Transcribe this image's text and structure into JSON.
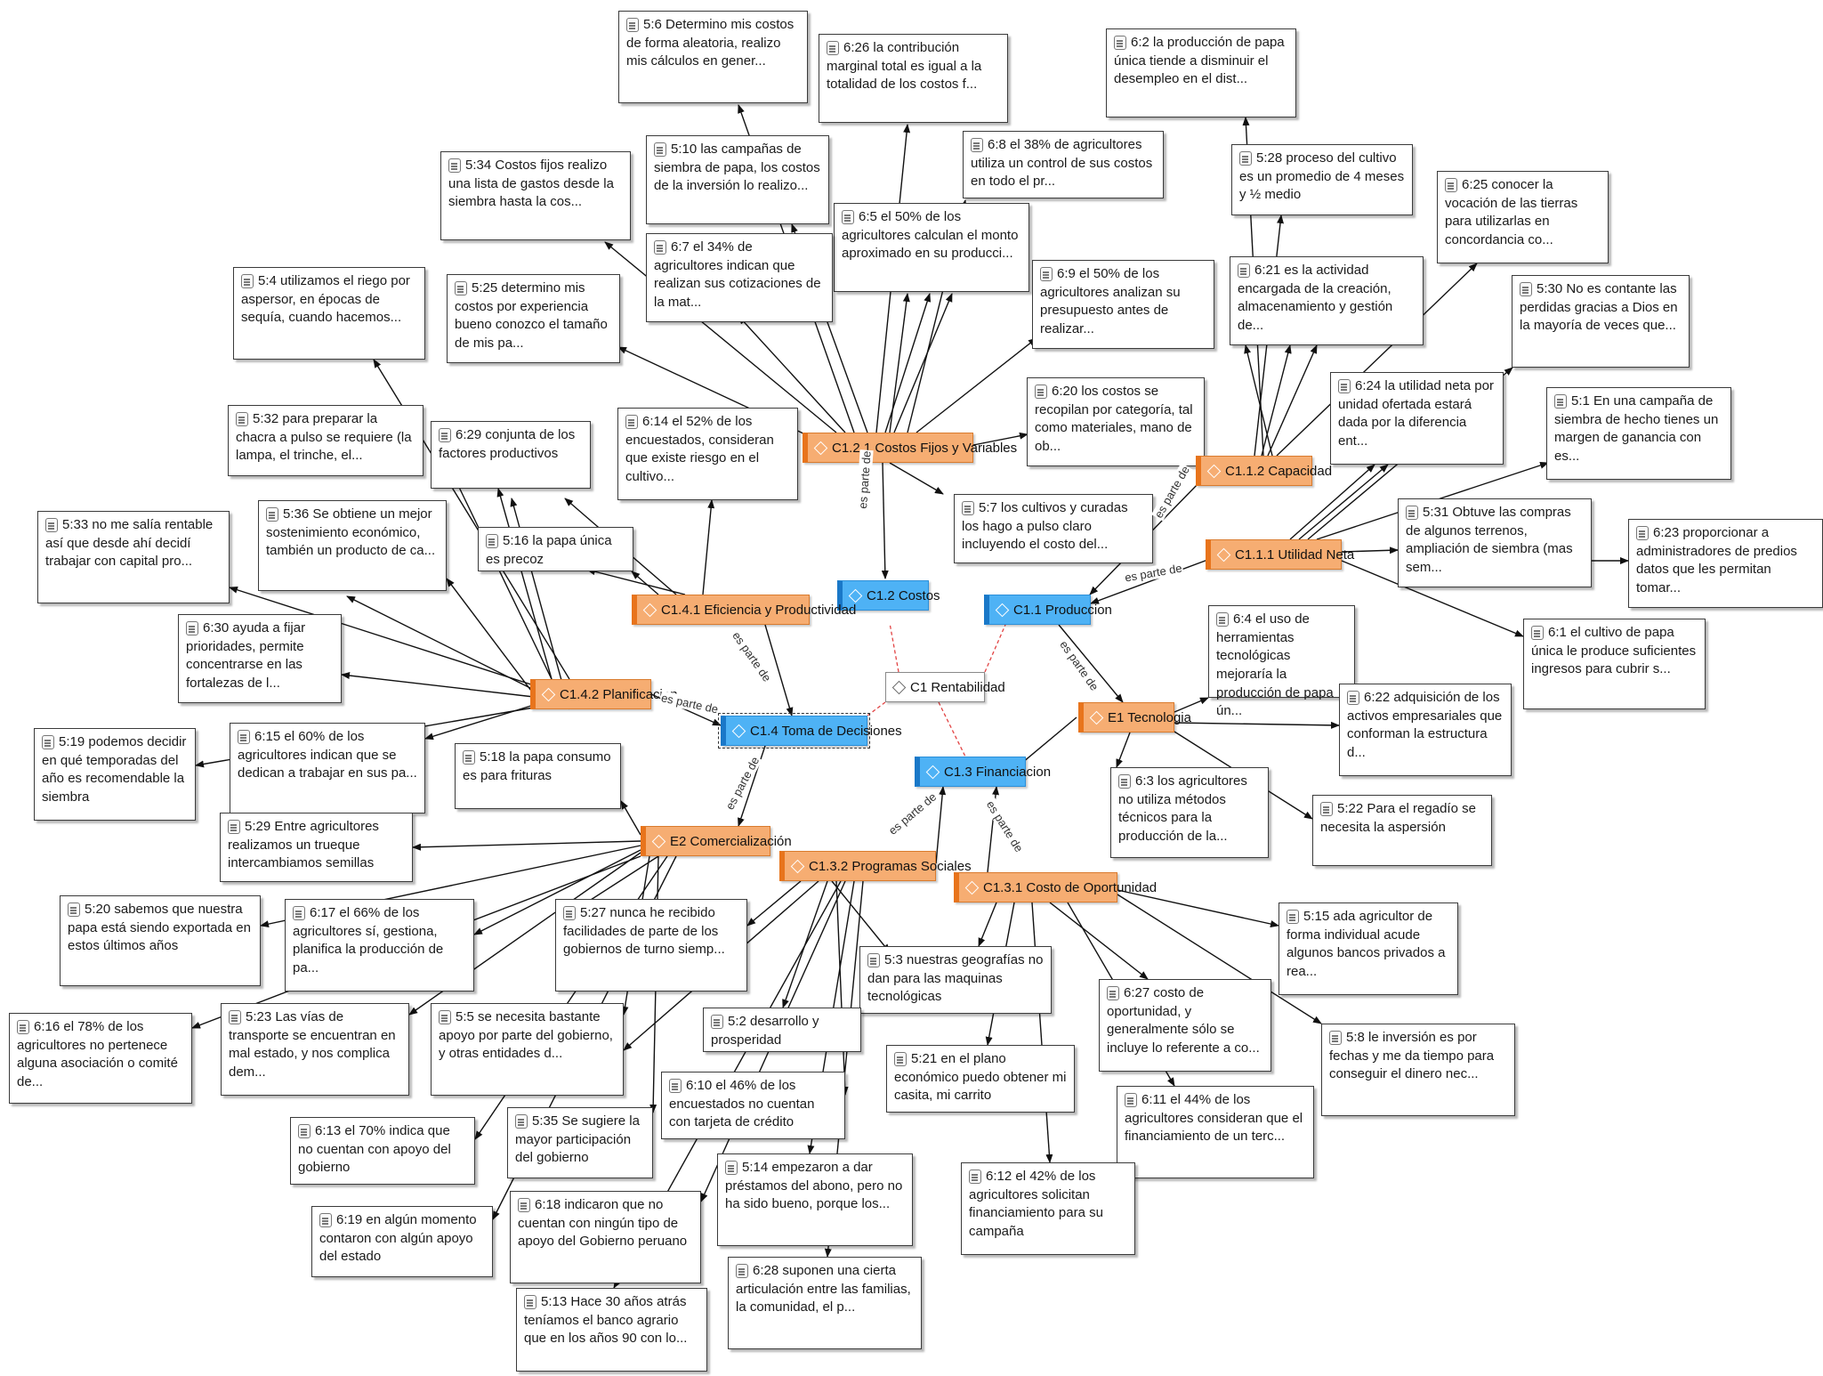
{
  "codes": {
    "c1": "C1 Rentabilidad",
    "c11": "C1.1 Produccion",
    "c111": "C1.1.1 Utilidad Neta",
    "c112": "C1.1.2 Capacidad",
    "c12": "C1.2 Costos",
    "c121": "C1.2.1 Costos Fijos y Variables",
    "c13": "C1.3 Financiacion",
    "c131": "C1.3.1 Costo de Oportunidad",
    "c132": "C1.3.2 Programas Sociales",
    "c14": "C1.4 Toma de Decisiones",
    "c141": "C1.4.1 Eficiencia y Productividad",
    "c142": "C1.4.2 Planificacion",
    "e1": "E1 Tecnologia",
    "e2": "E2 Comercialización"
  },
  "relation_label": "es parte de",
  "quotes": {
    "q5_6": "5:6 Determino mis costos de forma aleatoria, realizo mis cálculos en gener...",
    "q6_26": "6:26 la contribución marginal total es igual a la totalidad de los costos f...",
    "q6_2": "6:2 la producción de papa única tiende a disminuir el desempleo en el dist...",
    "q6_8": "6:8 el 38%  de agricultores utiliza un control de sus costos en todo el pr...",
    "q5_10": "5:10 las campañas de siembra de papa, los costos de la inversión lo realizo...",
    "q5_34": "5:34 Costos fijos realizo una lista de gastos desde la siembra hasta la cos...",
    "q5_28": "5:28 proceso del cultivo es un promedio de 4 meses y ½ medio",
    "q6_25": "6:25 conocer la vocación de las tierras para utilizarlas en concordancia co...",
    "q6_5": "6:5 el 50% de los agricultores calculan el monto aproximado en su producci...",
    "q6_7": "6:7 el 34% de agricultores indican que realizan sus cotizaciones de la mat...",
    "q5_4": "5:4 utilizamos el riego por aspersor, en épocas de sequía, cuando hacemos...",
    "q5_25": "5:25 determino mis costos por experiencia bueno conozco el tamaño de mis pa...",
    "q6_9": "6:9 el 50%  de los agricultores analizan su presupuesto antes de realizar...",
    "q6_21": "6:21 es la actividad encargada de la creación, almacenamiento y gestión de...",
    "q5_30": "5:30 No es contante las perdidas gracias a Dios en la mayoría de veces que...",
    "q5_32": "5:32 para preparar la chacra a pulso se requiere (la lampa, el trinche, el...",
    "q6_29": "6:29 conjunta de los factores productivos",
    "q6_14": "6:14 el 52% de los encuestados, consideran que existe riesgo en el cultivo...",
    "q6_20": "6:20 los costos se recopilan por categoría, tal como materiales, mano de ob...",
    "q6_24": "6:24 la utilidad neta por unidad ofertada estará dada por la diferencia ent...",
    "q5_1": "5:1 En una campaña de siembra de hecho tienes un margen de ganancia con es...",
    "q5_33": "5:33 no me salía rentable así que desde ahí decidí trabajar con capital pro...",
    "q5_36": "5:36 Se obtiene un mejor sostenimiento económico, también un producto de ca...",
    "q5_16": "5:16 la papa única es precoz",
    "q5_7": "5:7 los cultivos y curadas los hago a pulso claro incluyendo el costo del...",
    "q5_31": "5:31 Obtuve las compras de algunos terrenos, ampliación de siembra (mas sem...",
    "q6_23": "6:23 proporcionar a administradores de predios datos que les permitan tomar...",
    "q6_30": "6:30 ayuda a fijar prioridades, permite concentrarse en las fortalezas de l...",
    "q6_4": "6:4 el uso de herramientas tecnológicas mejoraría la producción de papa ún...",
    "q6_1": "6:1 el cultivo de papa única le produce suficientes ingresos para cubrir s...",
    "q6_22": "6:22 adquisición de los activos empresariales que conforman la estructura d...",
    "q5_19": "5:19 podemos decidir en qué temporadas del año es recomendable la siembra",
    "q6_15": "6:15 el 60% de los agricultores indican que se dedican a trabajar en sus pa...",
    "q5_18": "5:18 la papa consumo es para frituras",
    "q6_3": "6:3 los agricultores no utiliza métodos técnicos  para la producción de la...",
    "q5_22": "5:22 Para el regadío se necesita la aspersión",
    "q5_29": "5:29 Entre agricultores realizamos un trueque intercambiamos semillas",
    "q5_20": "5:20 sabemos que nuestra papa está siendo exportada en estos últimos años",
    "q6_17": "6:17 el 66% de los agricultores sí, gestiona, planifica la producción de pa...",
    "q5_27": "5:27 nunca he recibido facilidades de parte de los gobiernos de turno siemp...",
    "q5_15": "5:15 ada agricultor de forma individual acude algunos bancos privados a rea...",
    "q5_3": "5:3 nuestras geografías no dan para las maquinas tecnológicas",
    "q6_27": "6:27 costo de oportunidad, y generalmente sólo se incluye lo referente a co...",
    "q6_16": "6:16 el 78% de los agricultores no pertenece alguna asociación o comité de...",
    "q5_23": "5:23 Las vías de transporte se encuentran en mal estado, y nos complica dem...",
    "q5_5": "5:5 se necesita bastante apoyo por parte del gobierno, y otras entidades d...",
    "q5_2": "5:2 desarrollo y prosperidad",
    "q5_8": "5:8 le inversión es por fechas y me da tiempo para conseguir el dinero nec...",
    "q5_21": "5:21 en el plano económico puedo obtener mi casita, mi carrito",
    "q6_10": "6:10 el 46% de los encuestados no cuentan con tarjeta de crédito",
    "q6_11": "6:11 el 44% de los agricultores consideran que el financiamiento de un terc...",
    "q6_13": "6:13 el 70% indica que no cuentan con apoyo del gobierno",
    "q5_35": "5:35 Se sugiere la mayor participación del gobierno",
    "q5_14": "5:14 empezaron a dar préstamos del abono, pero no ha sido bueno, porque los...",
    "q6_12": "6:12 el 42% de los agricultores solicitan financiamiento para su campaña",
    "q6_19": "6:19 en algún momento contaron con algún apoyo del estado",
    "q6_18": "6:18 indicaron que no cuentan con ningún tipo de apoyo del Gobierno peruano",
    "q6_28": "6:28 suponen una cierta articulación entre las familias, la comunidad, el p...",
    "q5_13": "5:13 Hace 30 años atrás teníamos el banco agrario que en los años 90 con lo..."
  },
  "colors": {
    "code_orange": "#f6ad72",
    "code_blue": "#4eb2f5",
    "link_dashed": "#e24444",
    "arrow": "#111111"
  }
}
